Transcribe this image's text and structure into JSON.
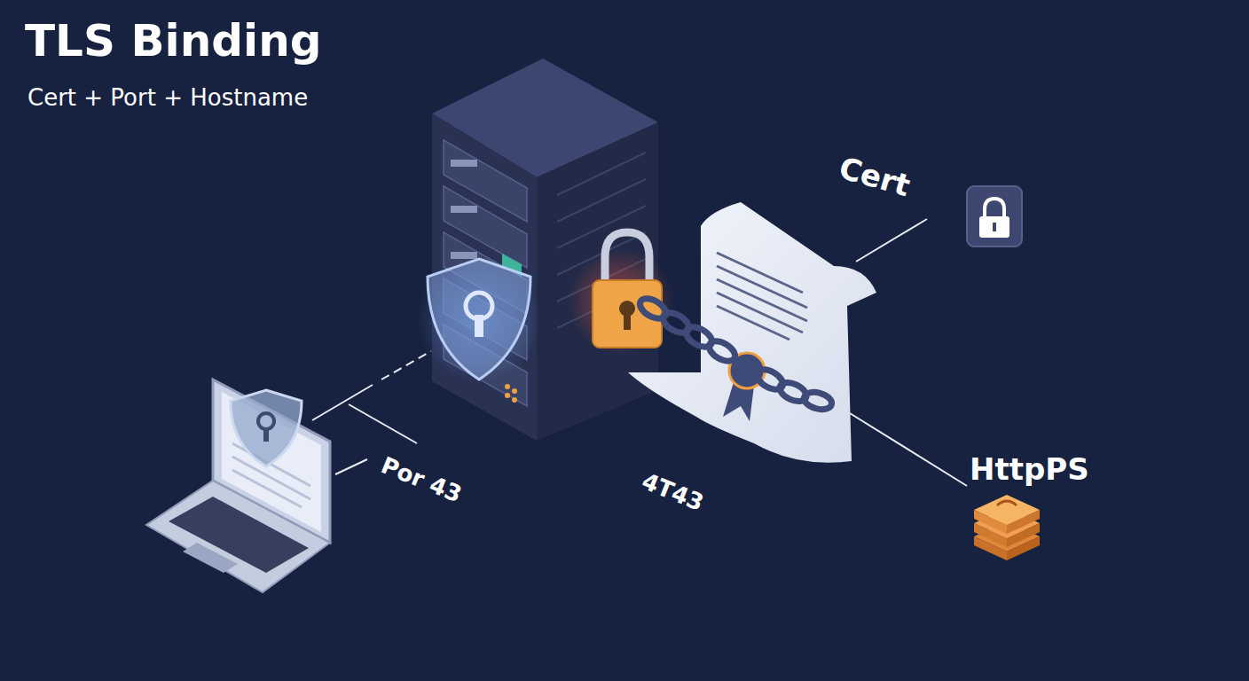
{
  "diagram": {
    "title": "TLS Binding",
    "labels": [
      "Cert + Port + Hostname",
      "Cert",
      "Por 43",
      "4T43",
      "HttpPS"
    ]
  }
}
